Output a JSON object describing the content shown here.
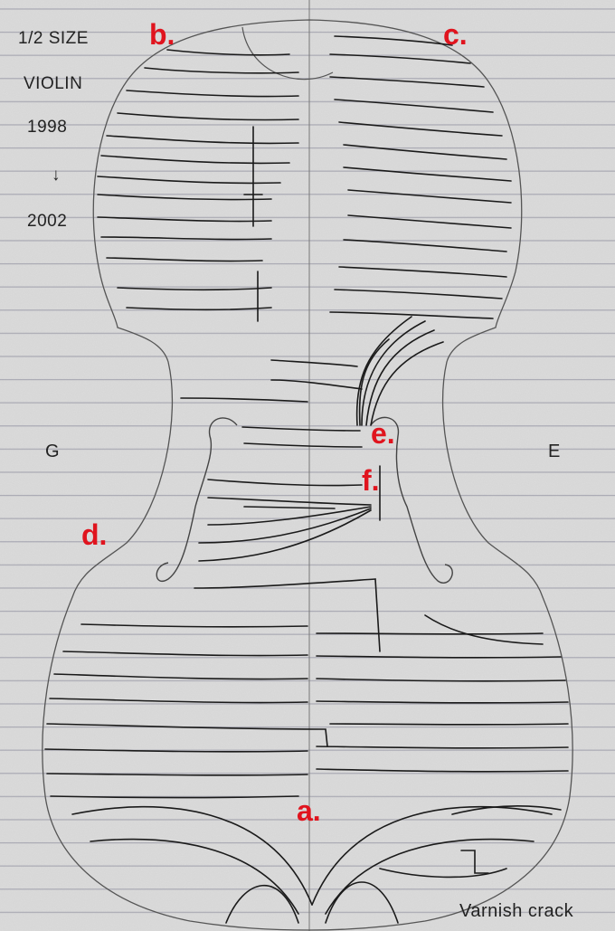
{
  "info_block": {
    "size": "1/2 SIZE",
    "instrument": "VIOLIN",
    "year_start": "1998",
    "arrow": "↓",
    "year_end": "2002"
  },
  "markers": {
    "a": "a.",
    "b": "b.",
    "c": "c.",
    "d": "d.",
    "e": "e.",
    "f": "f."
  },
  "sides": {
    "left": "G",
    "right": "E"
  },
  "caption": "Varnish crack",
  "colors": {
    "paper": "#dcdcdc",
    "rule_line": "#a9a9b4",
    "crack_ink": "#1a1a1a",
    "marker_red": "#e0141e"
  }
}
